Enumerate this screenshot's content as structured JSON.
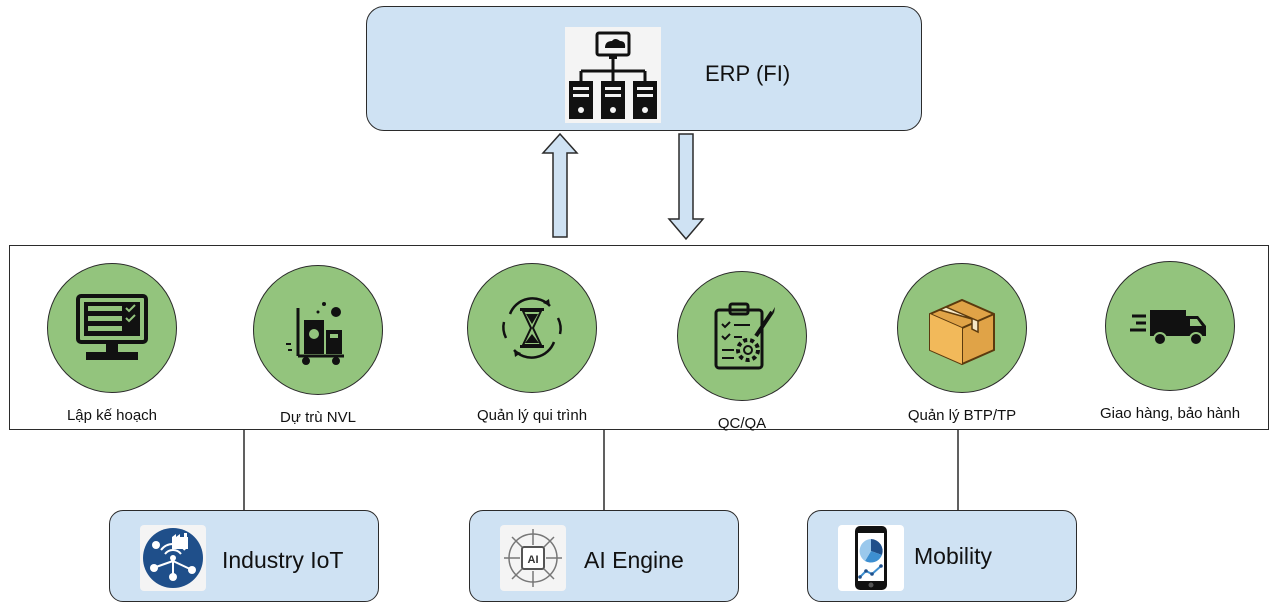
{
  "erp": {
    "label": "ERP (FI)",
    "icon": "server-network-icon"
  },
  "processes": [
    {
      "label": "Lập kế hoạch",
      "icon": "monitor-checklist-icon"
    },
    {
      "label": "Dự trù NVL",
      "icon": "inventory-cart-icon"
    },
    {
      "label": "Quản lý qui trình",
      "icon": "hourglass-cycle-icon"
    },
    {
      "label": "QC/QA",
      "icon": "clipboard-gear-icon"
    },
    {
      "label": "Quản lý BTP/TP",
      "icon": "package-box-icon"
    },
    {
      "label": "Giao hàng, bảo hành",
      "icon": "delivery-truck-icon"
    }
  ],
  "modules": [
    {
      "label": "Industry IoT",
      "icon": "industry-iot-icon"
    },
    {
      "label": "AI Engine",
      "icon": "ai-chip-icon"
    },
    {
      "label": "Mobility",
      "icon": "mobile-chart-icon"
    }
  ],
  "colors": {
    "box_fill": "#cfe2f3",
    "circle_fill": "#93c47d",
    "outline": "#2b2b2b"
  }
}
